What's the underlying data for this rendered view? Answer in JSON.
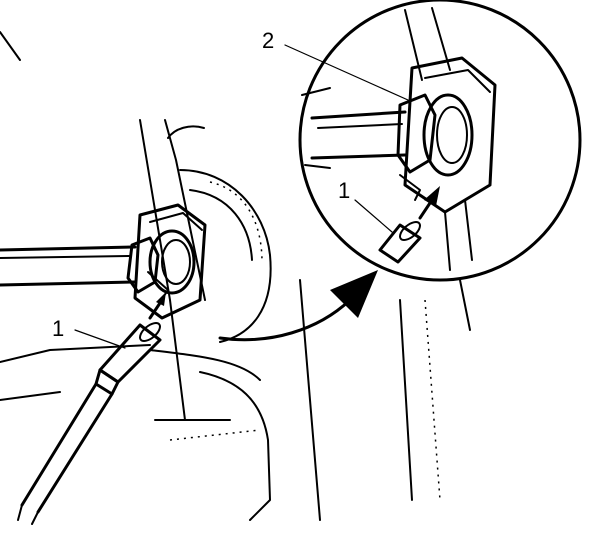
{
  "diagram": {
    "callouts": {
      "tool_main": "1",
      "tool_detail": "1",
      "nut_detail": "2"
    },
    "icons": {
      "arrow_to_detail": "curved-arrow-icon",
      "tool_direction_arrow": "arrow-up-icon"
    },
    "colors": {
      "line": "#000000",
      "background": "#ffffff"
    }
  }
}
